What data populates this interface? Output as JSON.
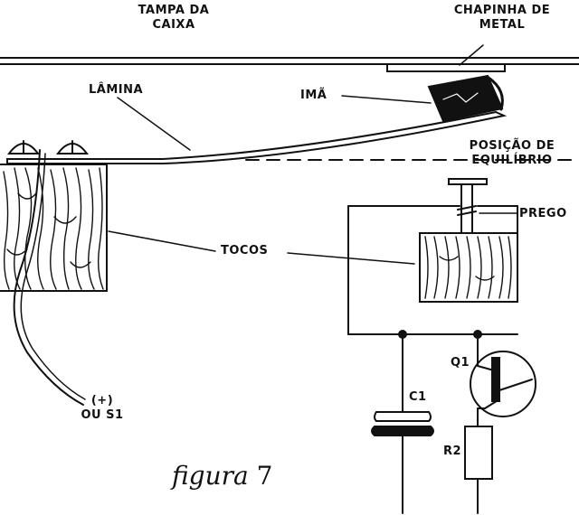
{
  "labels": {
    "tampa_l1": "TAMPA DA",
    "tampa_l2": "CAIXA",
    "chapinha_l1": "CHAPINHA DE",
    "chapinha_l2": "METAL",
    "lamina": "LÂMINA",
    "ima": "IMÃ",
    "posicao_l1": "POSIÇÃO DE",
    "posicao_l2": "EQUILÍBRIO",
    "prego": "PREGO",
    "tocos": "TOCOS",
    "q1": "Q1",
    "c1": "C1",
    "r2": "R2",
    "plus": "(+)",
    "ou_s1": "OU S1"
  },
  "caption": {
    "word": "figura",
    "number": "7"
  }
}
